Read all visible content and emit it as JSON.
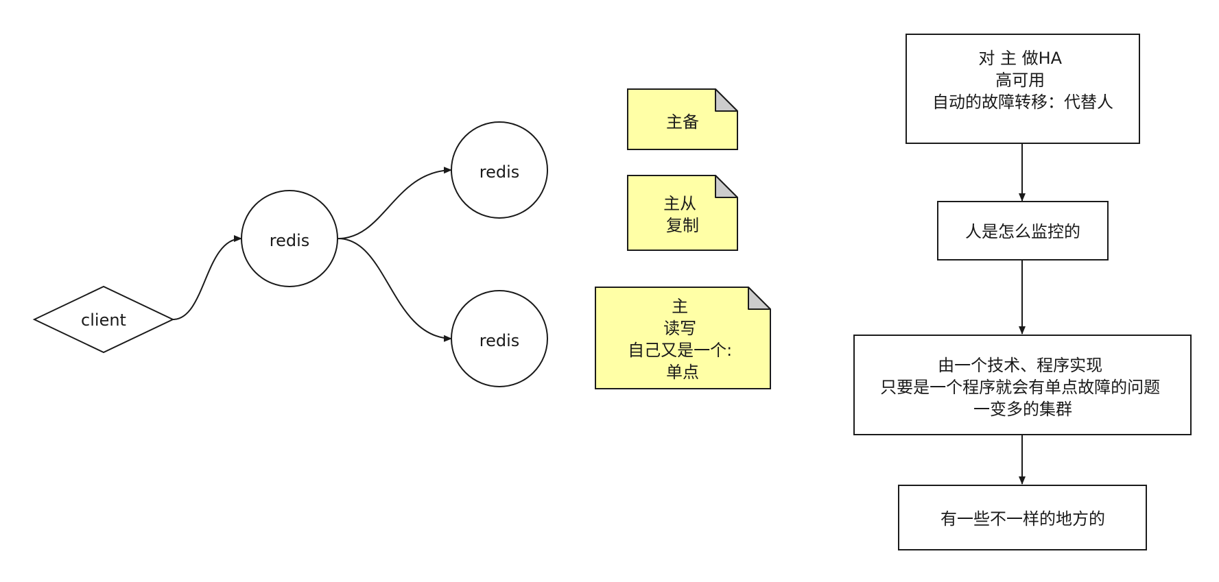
{
  "diagram": {
    "client": {
      "label": "client"
    },
    "redis_main": {
      "label": "redis"
    },
    "redis_top": {
      "label": "redis"
    },
    "redis_bottom": {
      "label": "redis"
    },
    "note_primary_backup": {
      "lines": [
        "主备"
      ]
    },
    "note_master_slave": {
      "lines": [
        "主从",
        "复制"
      ]
    },
    "note_master": {
      "lines": [
        "主",
        "读写",
        "自己又是一个:",
        "单点"
      ]
    },
    "box_ha": {
      "lines": [
        "对 主 做HA",
        "高可用",
        "",
        "自动的故障转移：代替人"
      ]
    },
    "box_monitor": {
      "lines": [
        "人是怎么监控的"
      ]
    },
    "box_program": {
      "lines": [
        "由一个技术、程序实现",
        "只要是一个程序就会有单点故障的问题",
        "一变多的集群"
      ]
    },
    "box_diff": {
      "lines": [
        "有一些不一样的地方的"
      ]
    }
  }
}
